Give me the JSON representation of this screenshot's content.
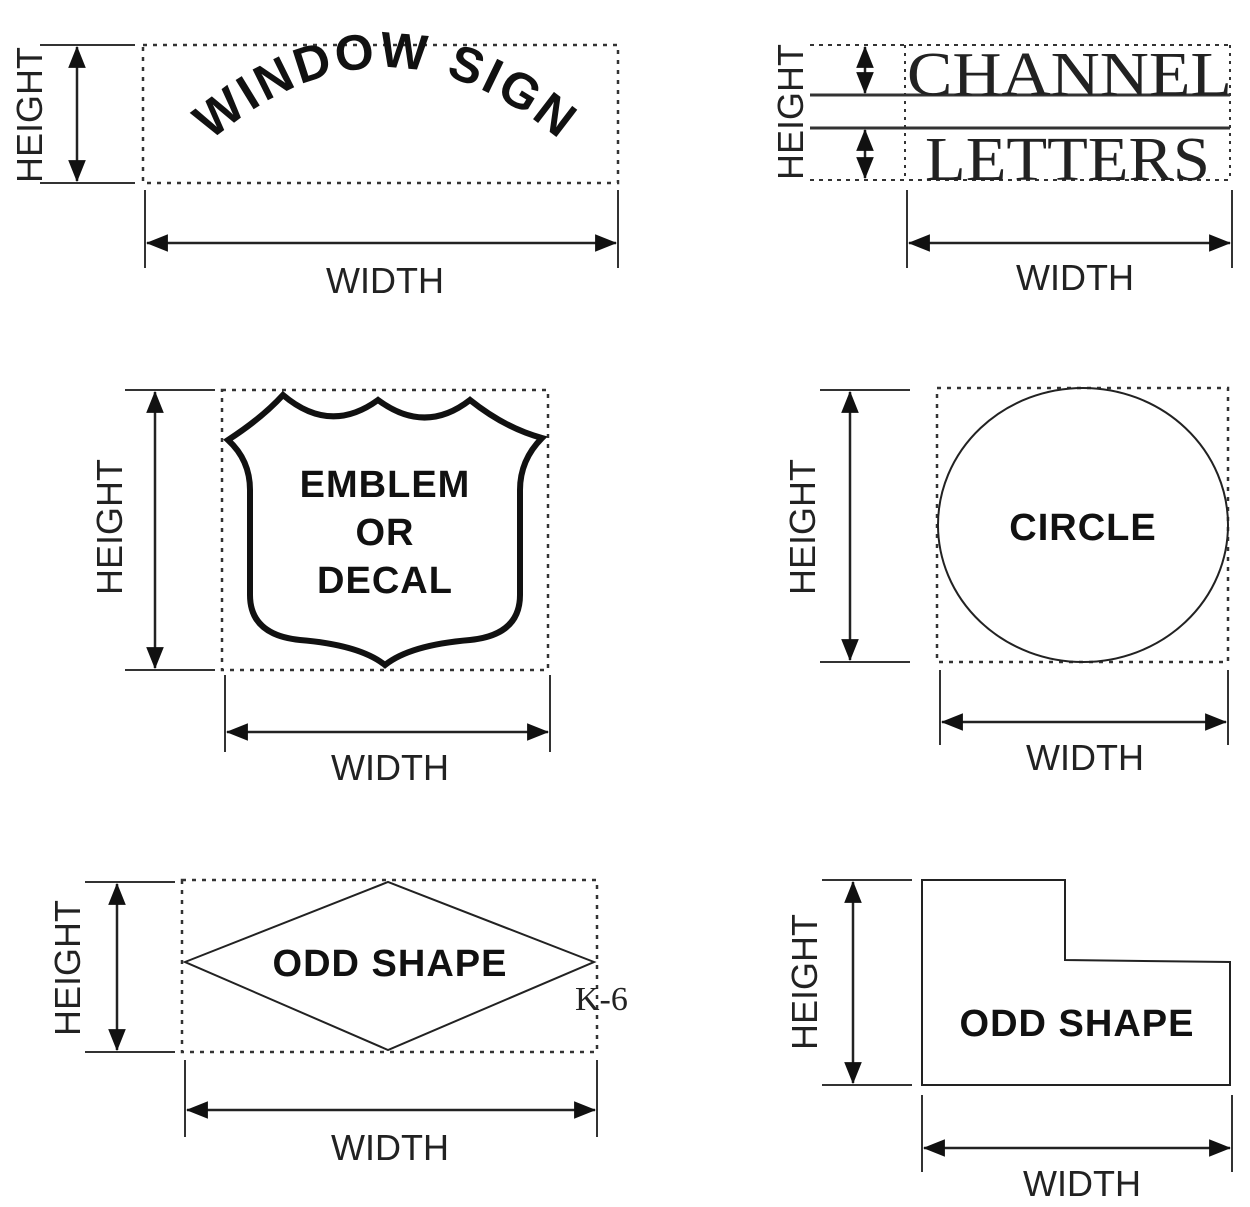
{
  "dimension_labels": {
    "height": "HEIGHT",
    "width": "WIDTH"
  },
  "panels": [
    {
      "id": "window-sign",
      "label": "WINDOW SIGN"
    },
    {
      "id": "channel-letters",
      "line1": "CHANNEL",
      "line2": "LETTERS"
    },
    {
      "id": "emblem",
      "line1": "EMBLEM",
      "line2": "OR",
      "line3": "DECAL"
    },
    {
      "id": "circle",
      "label": "CIRCLE"
    },
    {
      "id": "odd-shape-diamond",
      "label": "ODD SHAPE"
    },
    {
      "id": "odd-shape-notched",
      "label": "ODD SHAPE"
    }
  ],
  "figure_code": "K-6"
}
